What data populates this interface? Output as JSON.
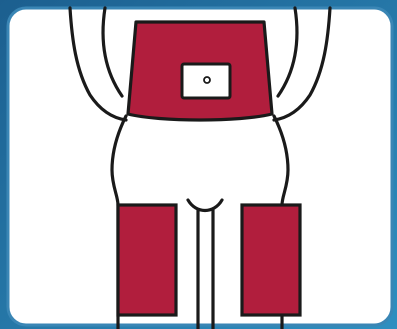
{
  "colors": {
    "background_outer": "#1c5f8f",
    "background_inner": "#2f8fc0",
    "card_background": "#ffffff",
    "card_border": "#3a86b5",
    "outline": "#1a1a1a",
    "highlight_zone": "#b11e3d",
    "patch_fill": "#ffffff"
  },
  "zones": [
    {
      "name": "abdomen-zone",
      "highlighted": true
    },
    {
      "name": "left-thigh-zone",
      "highlighted": true
    },
    {
      "name": "right-thigh-zone",
      "highlighted": true
    }
  ],
  "icons": {
    "patch": "injection-patch-icon"
  }
}
